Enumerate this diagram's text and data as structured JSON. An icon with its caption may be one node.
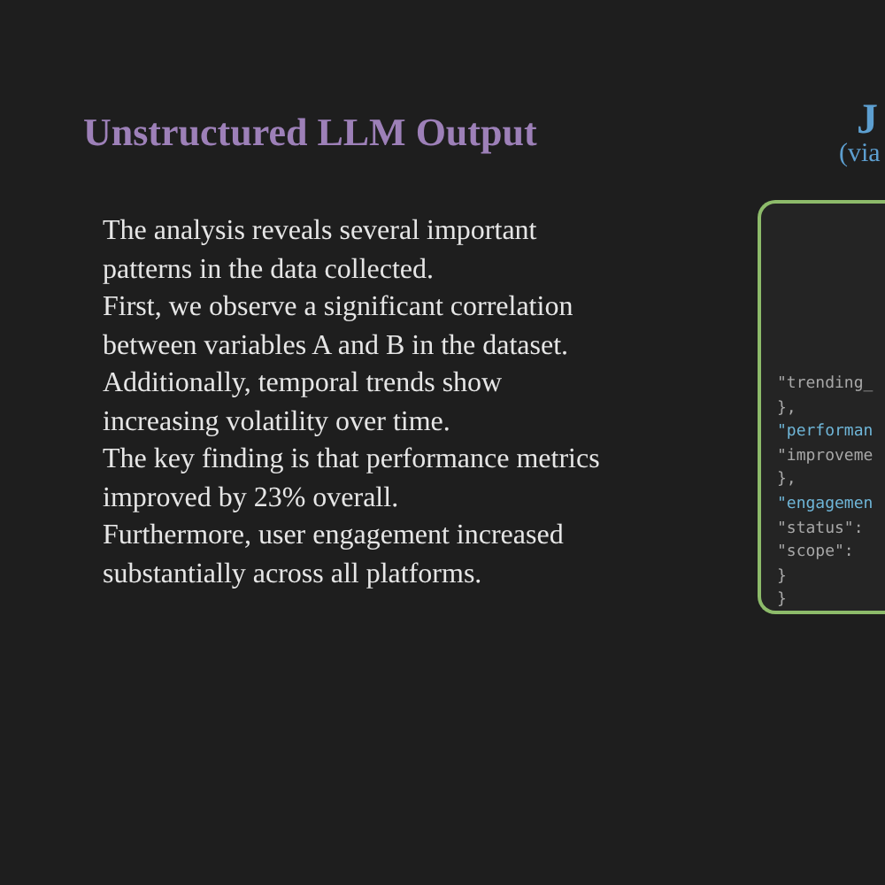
{
  "diagram": {
    "nodes": [
      {
        "text": [
          "\"trending_",
          "},",
          "\"performan",
          "\"improveme",
          "},",
          "\"engagemen",
          "\"status\":",
          "\"scope\":",
          "}",
          "}"
        ]
      }
    ],
    "edges": [],
    "labels": [
      "Unstructured LLM Output",
      "J",
      "(via",
      "The analysis reveals several important patterns in the data collected.",
      "First, we observe a significant correlation between variables A and B in the dataset.",
      "Additionally, temporal trends show increasing volatility over time.",
      "The key finding is that performance metrics improved by 23% overall.",
      "Furthermore, user engagement increased substantially across all platforms."
    ]
  }
}
